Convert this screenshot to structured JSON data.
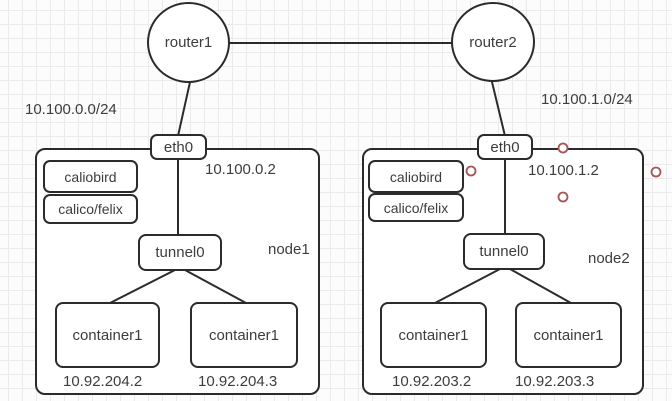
{
  "diagram": {
    "routers": [
      {
        "label": "router1"
      },
      {
        "label": "router2"
      }
    ],
    "networks": [
      {
        "label": "10.100.0.0/24"
      },
      {
        "label": "10.100.1.0/24"
      }
    ],
    "nodes": [
      {
        "label": "node1",
        "interfaces": {
          "eth": "eth0",
          "eth_ip": "10.100.0.2",
          "tunnel": "tunnel0"
        },
        "agents": [
          "caliobird",
          "calico/felix"
        ],
        "containers": [
          {
            "label": "container1",
            "ip": "10.92.204.2"
          },
          {
            "label": "container1",
            "ip": "10.92.204.3"
          }
        ]
      },
      {
        "label": "node2",
        "interfaces": {
          "eth": "eth0",
          "eth_ip": "10.100.1.2",
          "tunnel": "tunnel0"
        },
        "agents": [
          "caliobird",
          "calico/felix"
        ],
        "containers": [
          {
            "label": "container1",
            "ip": "10.92.203.2"
          },
          {
            "label": "container1",
            "ip": "10.92.203.3"
          }
        ]
      }
    ],
    "annotations": {
      "circle_count": 4
    },
    "colors": {
      "line": "#2b2b2b",
      "text": "#3d3d3d",
      "annotation": "#a85454",
      "background": "#fcfcfc",
      "grid": "#ebebeb"
    }
  }
}
